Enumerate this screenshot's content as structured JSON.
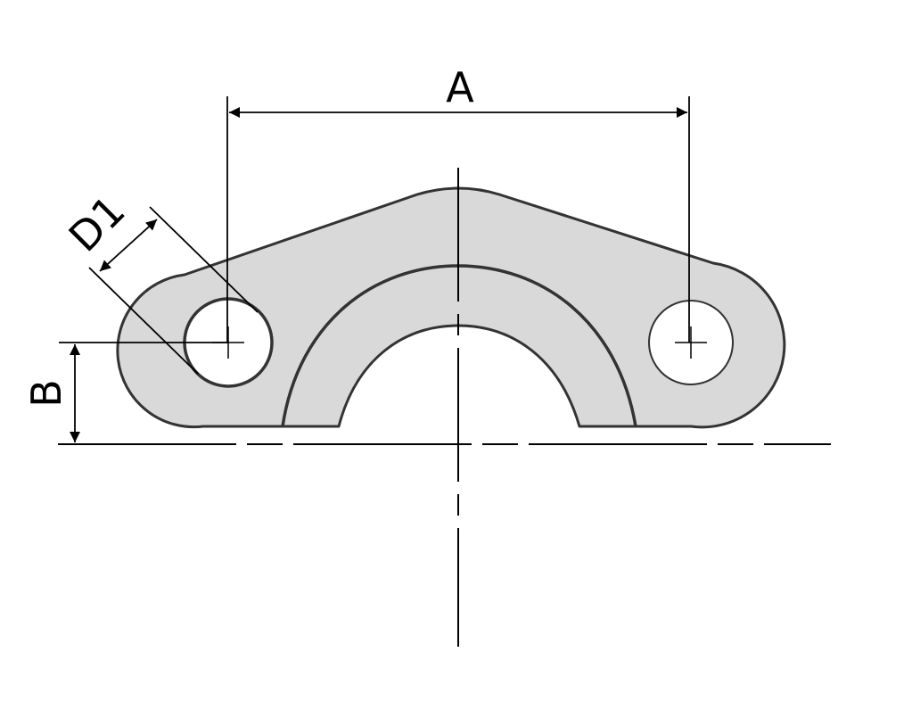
{
  "dimensions": {
    "a_label": "A",
    "b_label": "B",
    "d1_label": "D1"
  },
  "colors": {
    "part_fill": "#d9d9d9",
    "outline": "#333333",
    "line": "#000000",
    "background": "#ffffff"
  }
}
